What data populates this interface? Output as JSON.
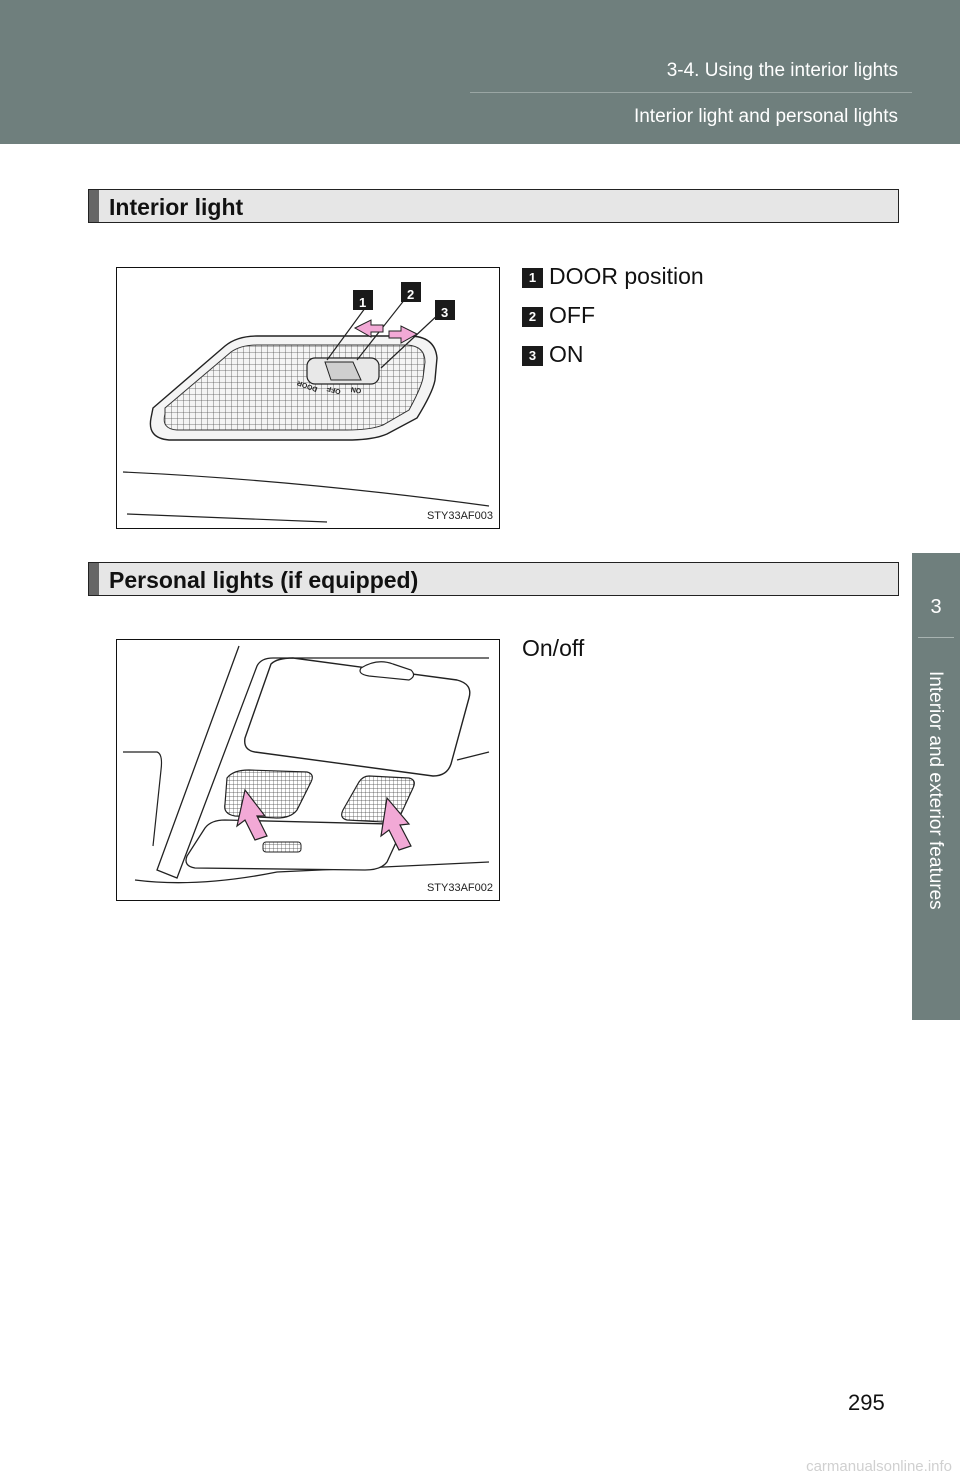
{
  "header": {
    "section": "3-4. Using the interior lights",
    "subsection": "Interior light and personal lights"
  },
  "sidetab": {
    "chapter_number": "3",
    "chapter_title": "Interior and exterior features"
  },
  "interior_light": {
    "title": "Interior light",
    "figure_code": "STY33AF003",
    "items": [
      {
        "badge": "1",
        "label": "DOOR position"
      },
      {
        "badge": "2",
        "label": "OFF"
      },
      {
        "badge": "3",
        "label": "ON"
      }
    ],
    "switch_labels": [
      "DOOR",
      "OFF",
      "ON"
    ]
  },
  "personal_lights": {
    "title": "Personal lights (if equipped)",
    "figure_code": "STY33AF002",
    "description": "On/off"
  },
  "page_number": "295",
  "footer": "carmanualsonline.info",
  "colors": {
    "header_bg": "#6f7f7d",
    "badge_bg": "#1a1a1a",
    "arrow_pink": "#f2a9d6"
  }
}
